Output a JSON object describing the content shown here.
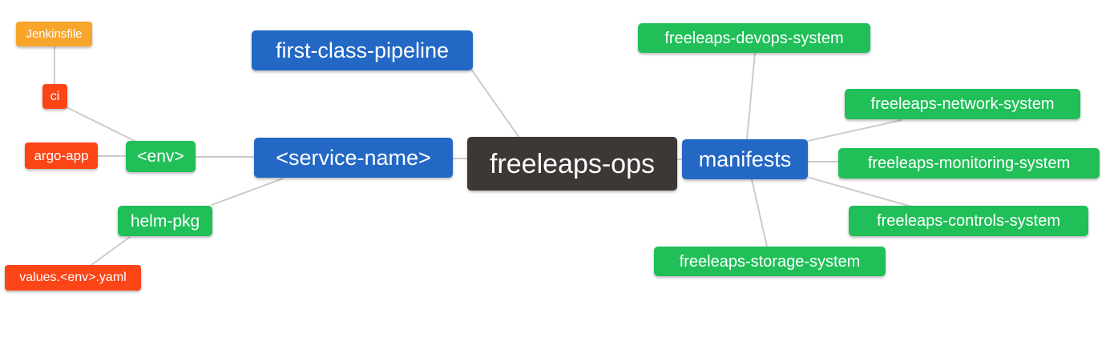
{
  "diagram": {
    "type": "mindmap",
    "root_label": "freeleaps-ops"
  },
  "colors": {
    "root": "#3C3836",
    "branch_blue": "#2368C4",
    "leaf_green": "#20BF58",
    "leaf_red": "#FB4517",
    "leaf_orange": "#F8A52B",
    "edge": "#CCCCCC",
    "text": "#FFFFFF",
    "background": "#FFFFFF"
  },
  "nodes": [
    {
      "id": "jenkinsfile",
      "label": "Jenkinsfile",
      "color": "#F8A52B"
    },
    {
      "id": "ci",
      "label": "ci",
      "color": "#FB4517"
    },
    {
      "id": "argo-app",
      "label": "argo-app",
      "color": "#FB4517"
    },
    {
      "id": "env",
      "label": "<env>",
      "color": "#20BF58"
    },
    {
      "id": "helm-pkg",
      "label": "helm-pkg",
      "color": "#20BF58"
    },
    {
      "id": "values-env-yaml",
      "label": "values.<env>.yaml",
      "color": "#FB4517"
    },
    {
      "id": "first-class-pipeline",
      "label": "first-class-pipeline",
      "color": "#2368C4"
    },
    {
      "id": "service-name",
      "label": "<service-name>",
      "color": "#2368C4"
    },
    {
      "id": "freeleaps-ops",
      "label": "freeleaps-ops",
      "color": "#3C3836"
    },
    {
      "id": "manifests",
      "label": "manifests",
      "color": "#2368C4"
    },
    {
      "id": "freeleaps-devops-system",
      "label": "freeleaps-devops-system",
      "color": "#20BF58"
    },
    {
      "id": "freeleaps-network-system",
      "label": "freeleaps-network-system",
      "color": "#20BF58"
    },
    {
      "id": "freeleaps-monitoring-system",
      "label": "freeleaps-monitoring-system",
      "color": "#20BF58"
    },
    {
      "id": "freeleaps-controls-system",
      "label": "freeleaps-controls-system",
      "color": "#20BF58"
    },
    {
      "id": "freeleaps-storage-system",
      "label": "freeleaps-storage-system",
      "color": "#20BF58"
    }
  ],
  "edges": [
    {
      "from": "jenkinsfile",
      "to": "ci"
    },
    {
      "from": "ci",
      "to": "env"
    },
    {
      "from": "argo-app",
      "to": "env"
    },
    {
      "from": "env",
      "to": "service-name"
    },
    {
      "from": "helm-pkg",
      "to": "service-name"
    },
    {
      "from": "values-env-yaml",
      "to": "helm-pkg"
    },
    {
      "from": "first-class-pipeline",
      "to": "freeleaps-ops"
    },
    {
      "from": "service-name",
      "to": "freeleaps-ops"
    },
    {
      "from": "freeleaps-ops",
      "to": "manifests"
    },
    {
      "from": "manifests",
      "to": "freeleaps-devops-system"
    },
    {
      "from": "manifests",
      "to": "freeleaps-network-system"
    },
    {
      "from": "manifests",
      "to": "freeleaps-monitoring-system"
    },
    {
      "from": "manifests",
      "to": "freeleaps-controls-system"
    },
    {
      "from": "manifests",
      "to": "freeleaps-storage-system"
    }
  ]
}
